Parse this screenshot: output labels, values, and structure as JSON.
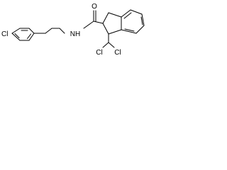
{
  "molecule": {
    "atoms": {
      "chlorine_aryl": "Cl",
      "nitrogen_amide": "NH",
      "oxygen_carbonyl": "O",
      "chlorine_1": "Cl",
      "chlorine_2": "Cl"
    }
  },
  "colors": {
    "bond": "#000000",
    "background": "#ffffff"
  }
}
